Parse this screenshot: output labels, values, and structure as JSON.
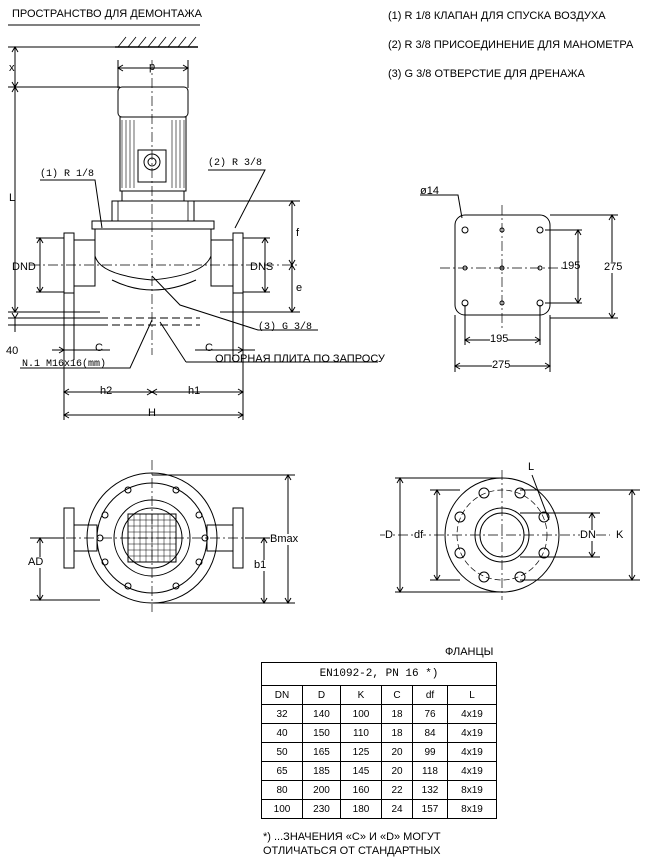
{
  "side_view": {
    "space_label": "ПРОСТРАНСТВО ДЛЯ ДЕМОНТАЖА",
    "dim_x": "x",
    "dim_L": "L",
    "dim_p": "p",
    "dim_f": "f",
    "dim_e": "e",
    "dim_DND": "DND",
    "dim_DNS": "DNS",
    "dim_40": "40",
    "dim_C_left": "C",
    "dim_C_right": "C",
    "dim_h2": "h2",
    "dim_h1": "h1",
    "dim_H": "H",
    "callout_1": "(1) R 1/8",
    "callout_2": "(2) R 3/8",
    "callout_3": "(3) G 3/8",
    "bolts_label": "N.1 M16x16(mm)",
    "base_plate_label": "ОПОРНАЯ ПЛИТА ПО ЗАПРОСУ"
  },
  "notes": [
    "(1) R 1/8 КЛАПАН ДЛЯ СПУСКА ВОЗДУХА",
    "(2) R 3/8 ПРИСОЕДИНЕНИЕ ДЛЯ МАНОМЕТРА",
    "(3) G 3/8 ОТВЕРСТИЕ ДЛЯ ДРЕНАЖА"
  ],
  "base_view": {
    "hole": "ø14",
    "dim_195_v": "195",
    "dim_275_v": "275",
    "dim_195_h": "195",
    "dim_275_h": "275"
  },
  "top_view": {
    "dim_Bmax": "Bmax",
    "dim_b1": "b1",
    "dim_AD": "AD"
  },
  "flange_view": {
    "dim_L": "L",
    "dim_D": "D",
    "dim_df": "df",
    "dim_DN": "DN",
    "dim_K": "K"
  },
  "flanges_table": {
    "title": "ФЛАНЦЫ",
    "standard": "EN1092-2, PN 16 *)",
    "headers": [
      "DN",
      "D",
      "K",
      "C",
      "df",
      "L"
    ],
    "rows": [
      [
        "32",
        "140",
        "100",
        "18",
        "76",
        "4x19"
      ],
      [
        "40",
        "150",
        "110",
        "18",
        "84",
        "4x19"
      ],
      [
        "50",
        "165",
        "125",
        "20",
        "99",
        "4x19"
      ],
      [
        "65",
        "185",
        "145",
        "20",
        "118",
        "4x19"
      ],
      [
        "80",
        "200",
        "160",
        "22",
        "132",
        "8x19"
      ],
      [
        "100",
        "230",
        "180",
        "24",
        "157",
        "8x19"
      ]
    ]
  },
  "footnote": {
    "line1": "*) ...ЗНАЧЕНИЯ «C» И «D» МОГУТ",
    "line2": "ОТЛИЧАТЬСЯ ОТ СТАНДАРТНЫХ"
  }
}
